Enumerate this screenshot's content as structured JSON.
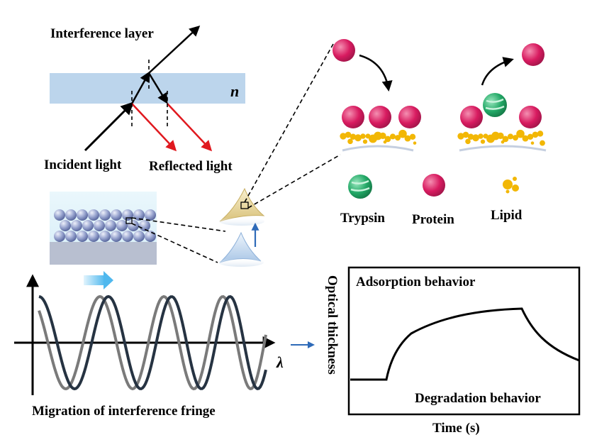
{
  "labels": {
    "interference_layer": "Interference layer",
    "n_symbol": "n",
    "incident_light": "Incident light",
    "reflected_light": "Reflected light",
    "trypsin": "Trypsin",
    "protein": "Protein",
    "lipid": "Lipid",
    "lambda_symbol": "λ",
    "migration": "Migration of interference fringe",
    "optical_thickness": "Optical thickness",
    "adsorption": "Adsorption behavior",
    "degradation": "Degradation behavior",
    "time": "Time (s)"
  },
  "colors": {
    "layer_blue": "#bcd5ec",
    "reflected_red": "#e0191f",
    "protein_pink": "#d81b60",
    "trypsin_green": "#2eaf6e",
    "lipid_yellow": "#f2b705",
    "sphere_blue": "#8c99c8",
    "substrate_gray": "#b8bfd0",
    "arrow_blue": "#2e6ab8",
    "migration_arrow": "#6cc6f0",
    "wave_gray": "#7a7a7a",
    "wave_dark": "#263342"
  },
  "icons": [
    "trypsin-icon",
    "protein-icon",
    "lipid-icon",
    "sensor-chip-icon"
  ]
}
